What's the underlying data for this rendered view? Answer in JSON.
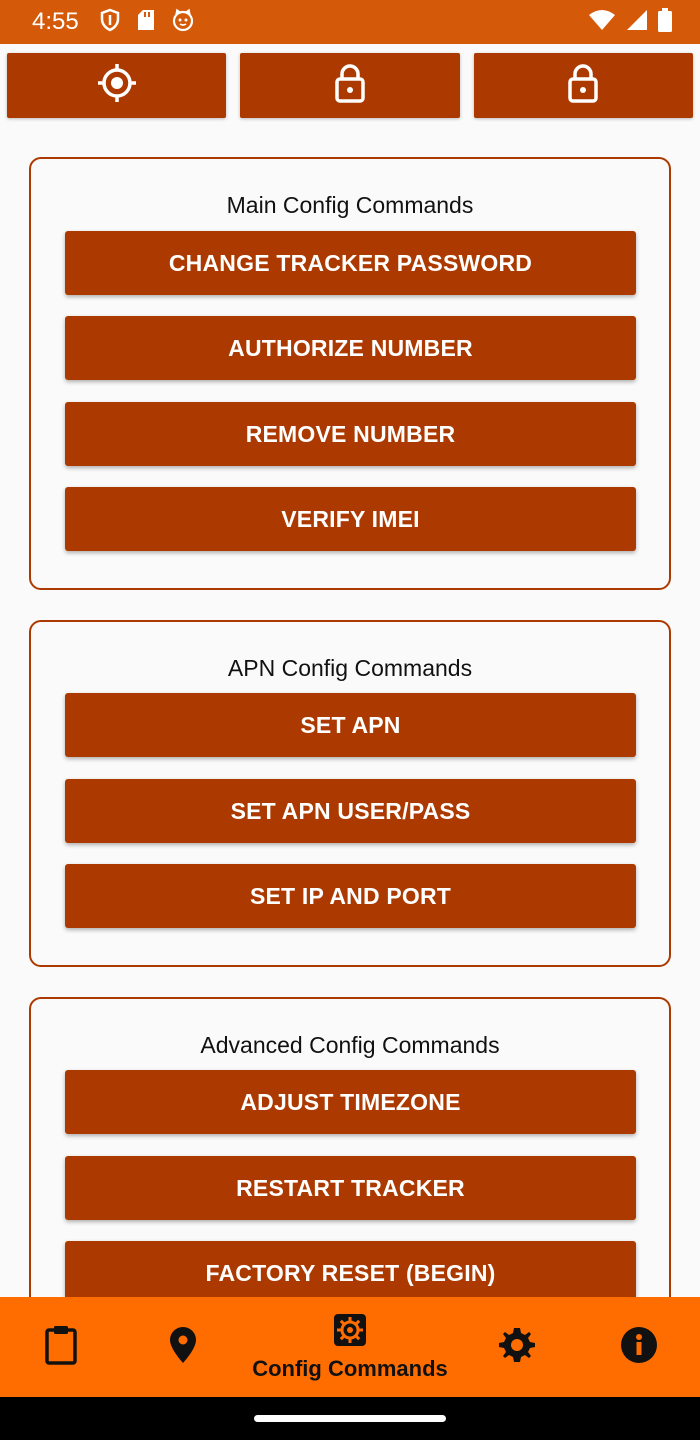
{
  "status_bar": {
    "time": "4:55",
    "icons": [
      "shield-icon",
      "sd-card-icon",
      "cat-icon",
      "wifi-icon",
      "signal-icon",
      "battery-icon"
    ]
  },
  "top_buttons": [
    {
      "icon": "crosshair-icon"
    },
    {
      "icon": "lock-icon"
    },
    {
      "icon": "lock-icon"
    }
  ],
  "main_section": {
    "title": "Main Config Commands",
    "buttons": [
      "CHANGE TRACKER PASSWORD",
      "AUTHORIZE NUMBER",
      "REMOVE NUMBER",
      "VERIFY IMEI"
    ]
  },
  "apn_section": {
    "title": "APN Config Commands",
    "buttons": [
      "SET APN",
      "SET APN USER/PASS",
      "SET IP AND PORT"
    ]
  },
  "advanced_section": {
    "title": "Advanced Config Commands",
    "buttons": [
      "ADJUST TIMEZONE",
      "RESTART TRACKER",
      "FACTORY RESET (BEGIN)"
    ]
  },
  "bottom_nav": {
    "items": [
      {
        "icon": "clipboard-icon"
      },
      {
        "icon": "location-pin-icon"
      },
      {
        "icon": "config-gear-box-icon",
        "label": "Config Commands",
        "active": true
      },
      {
        "icon": "settings-gear-icon"
      },
      {
        "icon": "info-icon"
      }
    ]
  },
  "colors": {
    "status_bar": "#d45a0a",
    "primary_button": "#ac3a00",
    "bottom_nav": "#ff6d00",
    "background": "#fafafa"
  }
}
